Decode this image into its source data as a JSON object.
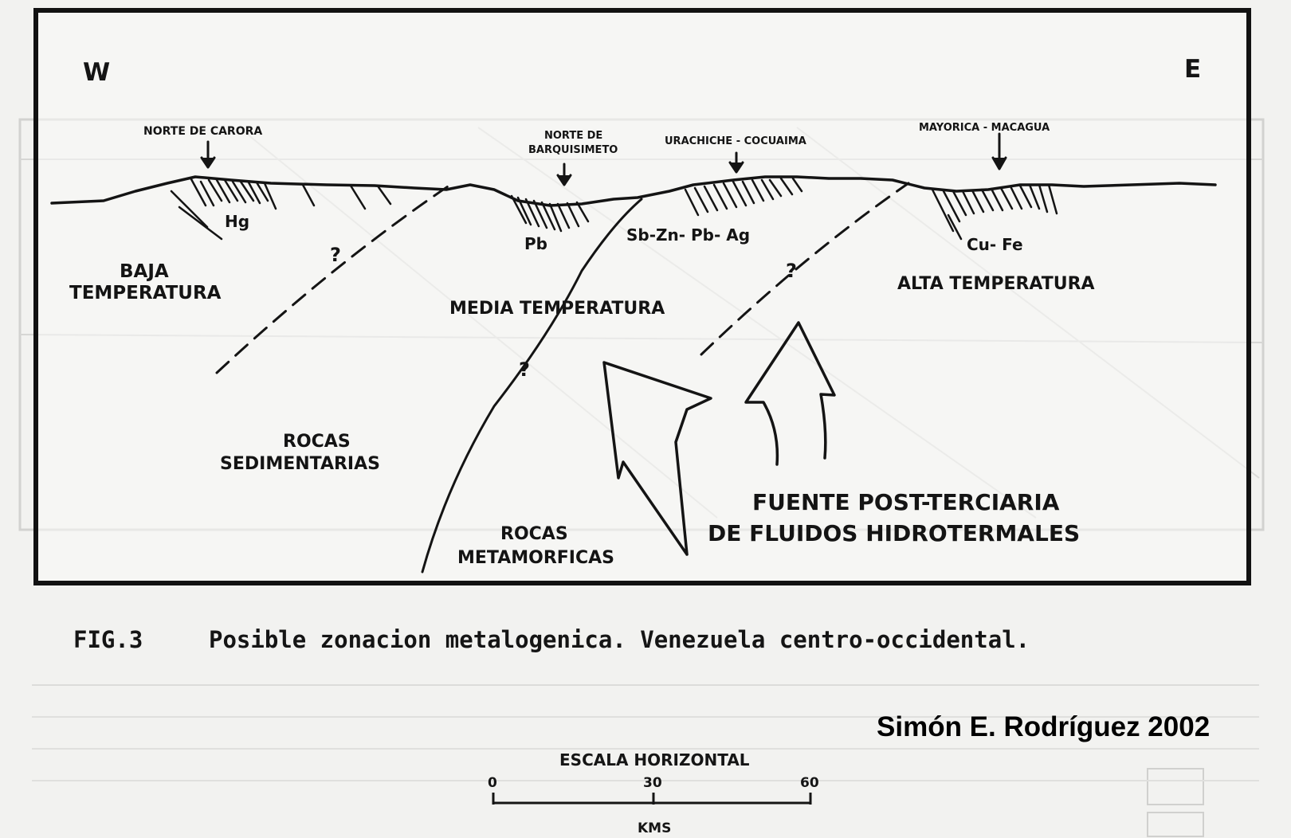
{
  "compass": {
    "west": "W",
    "east": "E"
  },
  "localities": [
    {
      "id": "carora",
      "lines": [
        "NORTE DE CARORA"
      ]
    },
    {
      "id": "barquisimeto",
      "lines": [
        "NORTE DE",
        "BARQUISIMETO"
      ]
    },
    {
      "id": "urachiche",
      "lines": [
        "URACHICHE - COCUAIMA"
      ]
    },
    {
      "id": "mayorica",
      "lines": [
        "MAYORICA - MACAGUA"
      ]
    }
  ],
  "minerals": {
    "hg": "Hg",
    "pb": "Pb",
    "sbzn": "Sb-Zn- Pb- Ag",
    "cufe": "Cu- Fe"
  },
  "unknowns": [
    "?",
    "?",
    "?"
  ],
  "zones": {
    "baja": [
      "BAJA",
      "TEMPERATURA"
    ],
    "media": "MEDIA TEMPERATURA",
    "alta": "ALTA TEMPERATURA"
  },
  "rocks": {
    "sedimentarias": [
      "ROCAS",
      "SEDIMENTARIAS"
    ],
    "metamorficas": [
      "ROCAS",
      "METAMORFICAS"
    ]
  },
  "source": [
    "FUENTE POST-TERCIARIA",
    "DE FLUIDOS HIDROTERMALES"
  ],
  "caption": {
    "fig": "FIG.3",
    "text": "Posible zonacion metalogenica. Venezuela centro-occidental."
  },
  "author": "Simón E. Rodríguez 2002",
  "scale": {
    "title": "ESCALA HORIZONTAL",
    "ticks": [
      "0",
      "30",
      "60"
    ],
    "unit": "KMS"
  },
  "colors": {
    "ink": "#141414",
    "paper": "#f2f2f0",
    "bleed": "#bdbdbb"
  }
}
